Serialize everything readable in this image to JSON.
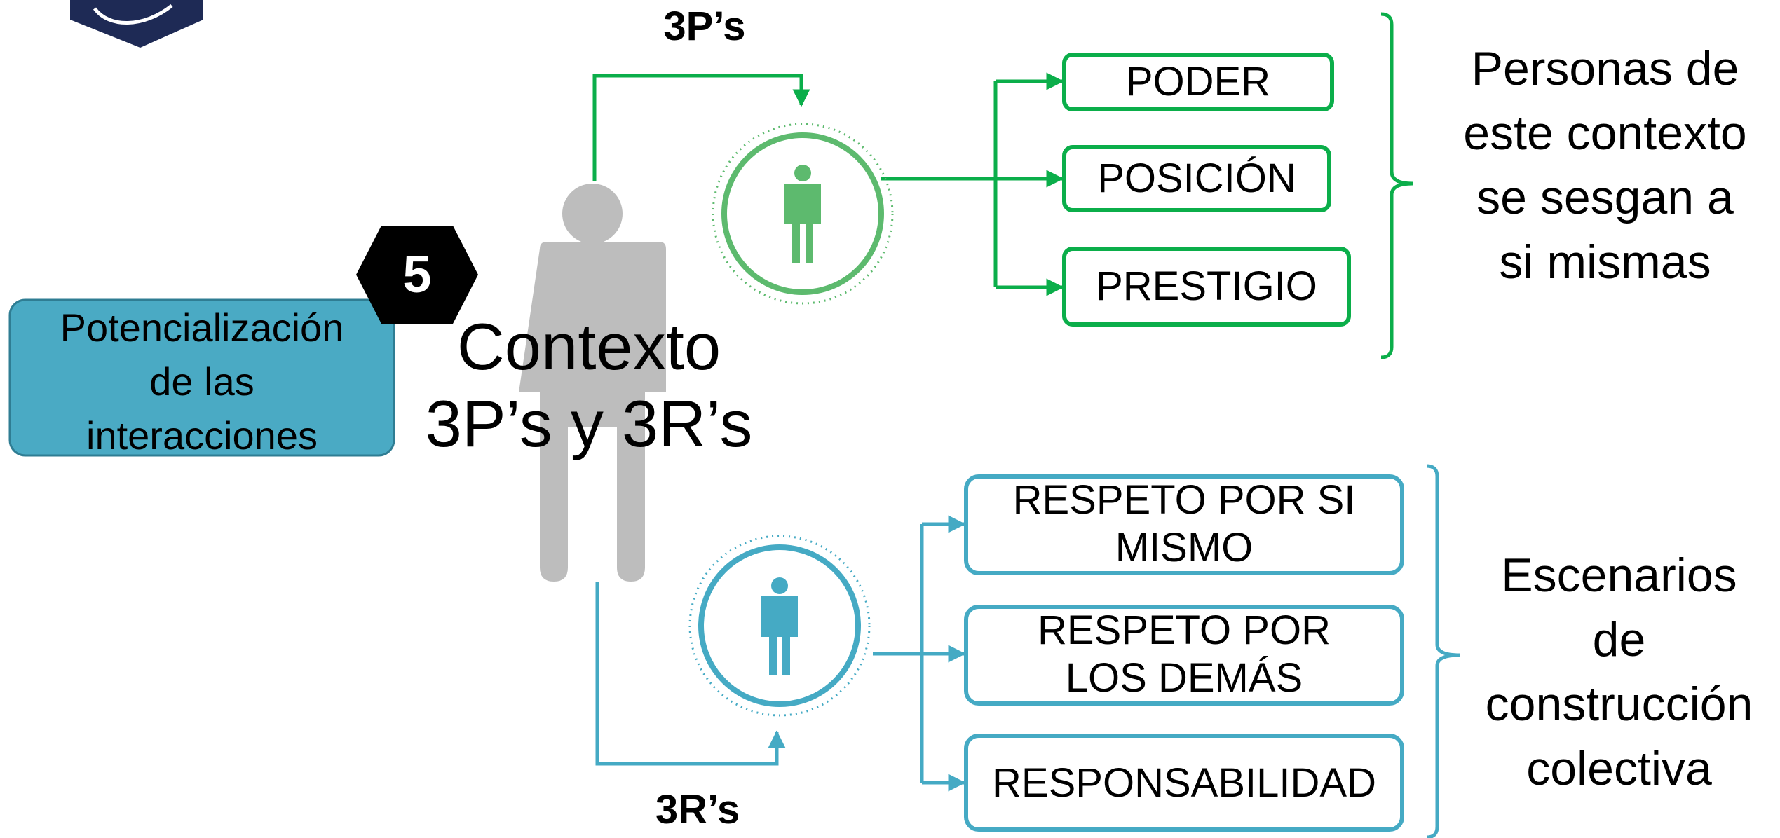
{
  "colors": {
    "green": "#0bae4a",
    "green_light": "#5dba6e",
    "teal": "#45aac4",
    "teal_fill": "#4aaac4",
    "gray": "#bdbdbd",
    "logo": "#1e2a55"
  },
  "icons": {
    "logo": "logo-icon",
    "large_person": "person-icon",
    "small_person_top": "person-icon",
    "small_person_bottom": "person-icon"
  },
  "step_number": "5",
  "side_label": [
    "Potencialización",
    "de las",
    "interacciones"
  ],
  "center_title": [
    "Contexto",
    "3P’s y 3R’s"
  ],
  "top": {
    "label": "3P’s",
    "items": [
      "PODER",
      "POSICIÓN",
      "PRESTIGIO"
    ],
    "note": [
      "Personas  de",
      "este contexto",
      "se sesgan a",
      "si mismas"
    ]
  },
  "bottom": {
    "label": "3R’s",
    "items": [
      [
        "RESPETO POR SI",
        "MISMO"
      ],
      [
        "RESPETO POR",
        "LOS DEMÁS"
      ],
      [
        "RESPONSABILIDAD"
      ]
    ],
    "note": [
      "Escenarios",
      "de",
      "construcción",
      "colectiva"
    ]
  }
}
